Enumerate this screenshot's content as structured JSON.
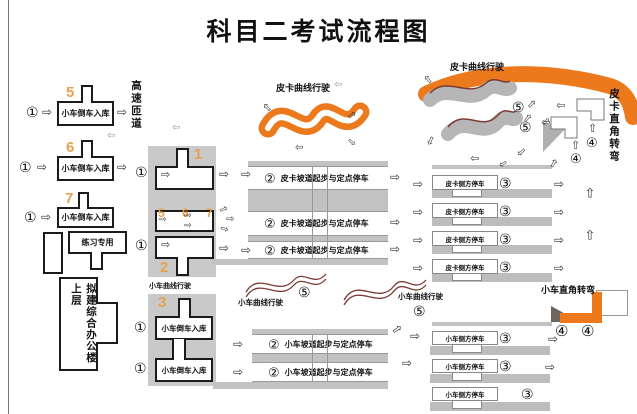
{
  "title": "科目二考试流程图",
  "colors": {
    "orange": "#EC7A1C",
    "number_orange": "#E8A14F",
    "gray_block": "#C9C9C9",
    "curve_red": "#7E3B35"
  },
  "icons": {
    "arrow": "⇨"
  },
  "badges": {
    "step1": "①",
    "step2": "②",
    "step3": "③",
    "step4": "④",
    "step5": "⑤"
  },
  "numbers": {
    "n1": "1",
    "n2": "2",
    "n3": "3",
    "n5": "5",
    "n6": "6",
    "n7": "7",
    "n567": "5 6 7"
  },
  "stations": {
    "reverse_parking_car": "小车倒车入库",
    "highway_ramp": "高速匝道",
    "practice_only": "练习专用",
    "building": "拟建综合办公楼上层",
    "pickup_curve": "皮卡曲线行驶",
    "car_curve": "小车曲线行驶",
    "pickup_right_angle": "皮卡直角转弯",
    "car_right_angle": "小车直角转弯",
    "pickup_ramp": "皮卡坡道起步与定点停车",
    "car_ramp": "小车坡道起步与定点停车",
    "pickup_side_parking": "皮卡侧方停车",
    "car_side_parking": "小车侧方停车"
  }
}
